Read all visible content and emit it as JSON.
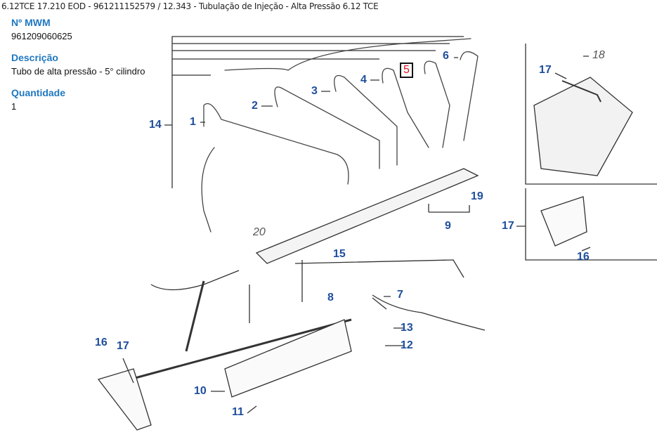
{
  "breadcrumb": "6.12TCE 17.210 EOD - 961211152579  /  12.343 - Tubulação de Injeção - Alta Pressão 6.12 TCE",
  "details": {
    "part_number_label": "Nº MWM",
    "part_number": "961209060625",
    "description_label": "Descrição",
    "description": "Tubo de alta pressão - 5° cilindro",
    "quantity_label": "Quantidade",
    "quantity": "1"
  },
  "diagram": {
    "selected_callout": "5",
    "selected_color": "#e0141e",
    "callout_color": "#1f4e9c",
    "callouts": [
      "1",
      "2",
      "3",
      "4",
      "5",
      "6",
      "14",
      "20",
      "15",
      "19",
      "9",
      "8",
      "7",
      "13",
      "12",
      "16",
      "17",
      "10",
      "11",
      "18",
      "17",
      "17",
      "16"
    ]
  }
}
